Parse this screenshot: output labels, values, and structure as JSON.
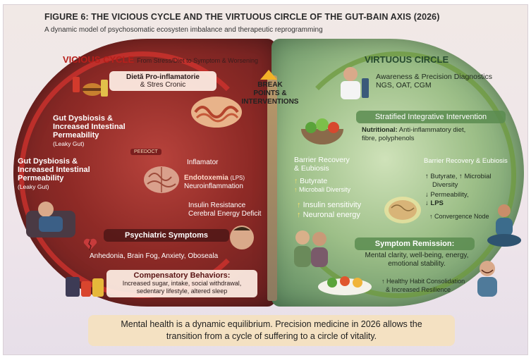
{
  "figure": {
    "title": "FIGURE 6: THE VICIOUS CYCLE AND THE VIRTUOUS CIRCLE OF THE GUT-BAIN AXIS (2026)",
    "subtitle": "A dynamic model of psychosomatic ecosysten imbalance and therapeutic reprogramming"
  },
  "vicious": {
    "title": "VICIOUS CYCLE",
    "subtitle": "From Stress/Diet to Symptom & Worsening",
    "diet": {
      "line1": "Dietă Pro-inflamatorie",
      "line2": "& Stres Cronic"
    },
    "dysbiosis_top": {
      "line1": "Gut Dysbiosis &",
      "line2": "Increased Intestinal",
      "line3": "Permeability",
      "line4": "(Leaky Gut)"
    },
    "pill": "PEEDOCT",
    "dysbiosis_left": {
      "line1": "Gut Dysbiosis &",
      "line2": "Increased Intestinal",
      "line3": "Permeability",
      "line4": "(Leaky Gut)"
    },
    "inflamator": {
      "title": "Inflamator",
      "endo": "Endotoxemia",
      "endo_sub": "(LPS)",
      "neuro": "Neuroinflammation"
    },
    "insulin": {
      "line1": "Insulin Resistance",
      "line2": "Cerebral Energy Deficit"
    },
    "psychiatric": {
      "title": "Psychiatric Symptoms",
      "list": "Anhedonia, Brain Fog, Anxiety, Oboseala"
    },
    "compensatory": {
      "title": "Compensatory Behaviors:",
      "line1": "Increased sugar, intake, social withdrawal,",
      "line2": "sedentary lifestyle, altered sleep"
    }
  },
  "break_points": {
    "line1": "BREAK",
    "line2": "POINTS &",
    "line3": "INTERVENTIONS"
  },
  "virtuous": {
    "title": "VIRTUOUS CIRCLE",
    "awareness": {
      "line1": "Awareness & Precision Diagnostics",
      "line2": "NGS, OAT, CGM"
    },
    "stratified": "Stratified Integrative Intervention",
    "nutritional": {
      "label": "Nutritional:",
      "text": "Anti-inflammatory diet,",
      "line2": "fibre, polyphenols"
    },
    "barrier_left": {
      "line1": "Barrier Recovery",
      "line2": "& Eubiosis",
      "butyrate": "Butyrate",
      "diversity": "Microbali Diversity"
    },
    "barrier_right": {
      "title": "Barrier Recovery & Eubiosis",
      "butyrate": "Butyrate,",
      "microbial": "Microbial",
      "diversity": "Diversity",
      "permeability": "Permeability,",
      "lps": "LPS"
    },
    "insulin": "Insulin sensitivity",
    "neuronal": "Neuronal energy",
    "convergence": "Convergence Node",
    "remission": {
      "title": "Symptom Remission:",
      "line1": "Mental clarity, well-being, energy,",
      "line2": "emotional stability."
    },
    "habit": {
      "line1": "Healthy Habit Consolidation",
      "line2": "& Increased Resilience"
    }
  },
  "footer": {
    "line1": "Mental health is a dynamic equilibrium. Precision medicine in 2026 allows the",
    "line2": "transition from a cycle of suffering to a circle of vitality."
  },
  "colors": {
    "vicious": "#b81f1b",
    "virtuous": "#264a2e",
    "break_arrow": "#f2b228"
  },
  "icons": [
    "junk-food-icon",
    "inflamed-gut-icon",
    "brain-icon",
    "tired-person-icon",
    "broken-heart-icon",
    "pills-icon",
    "scientist-icon",
    "salad-bowl-icon",
    "glowing-brain-icon",
    "meditating-person-icon",
    "elderly-couple-icon",
    "healthy-meal-icon",
    "happy-person-icon"
  ]
}
